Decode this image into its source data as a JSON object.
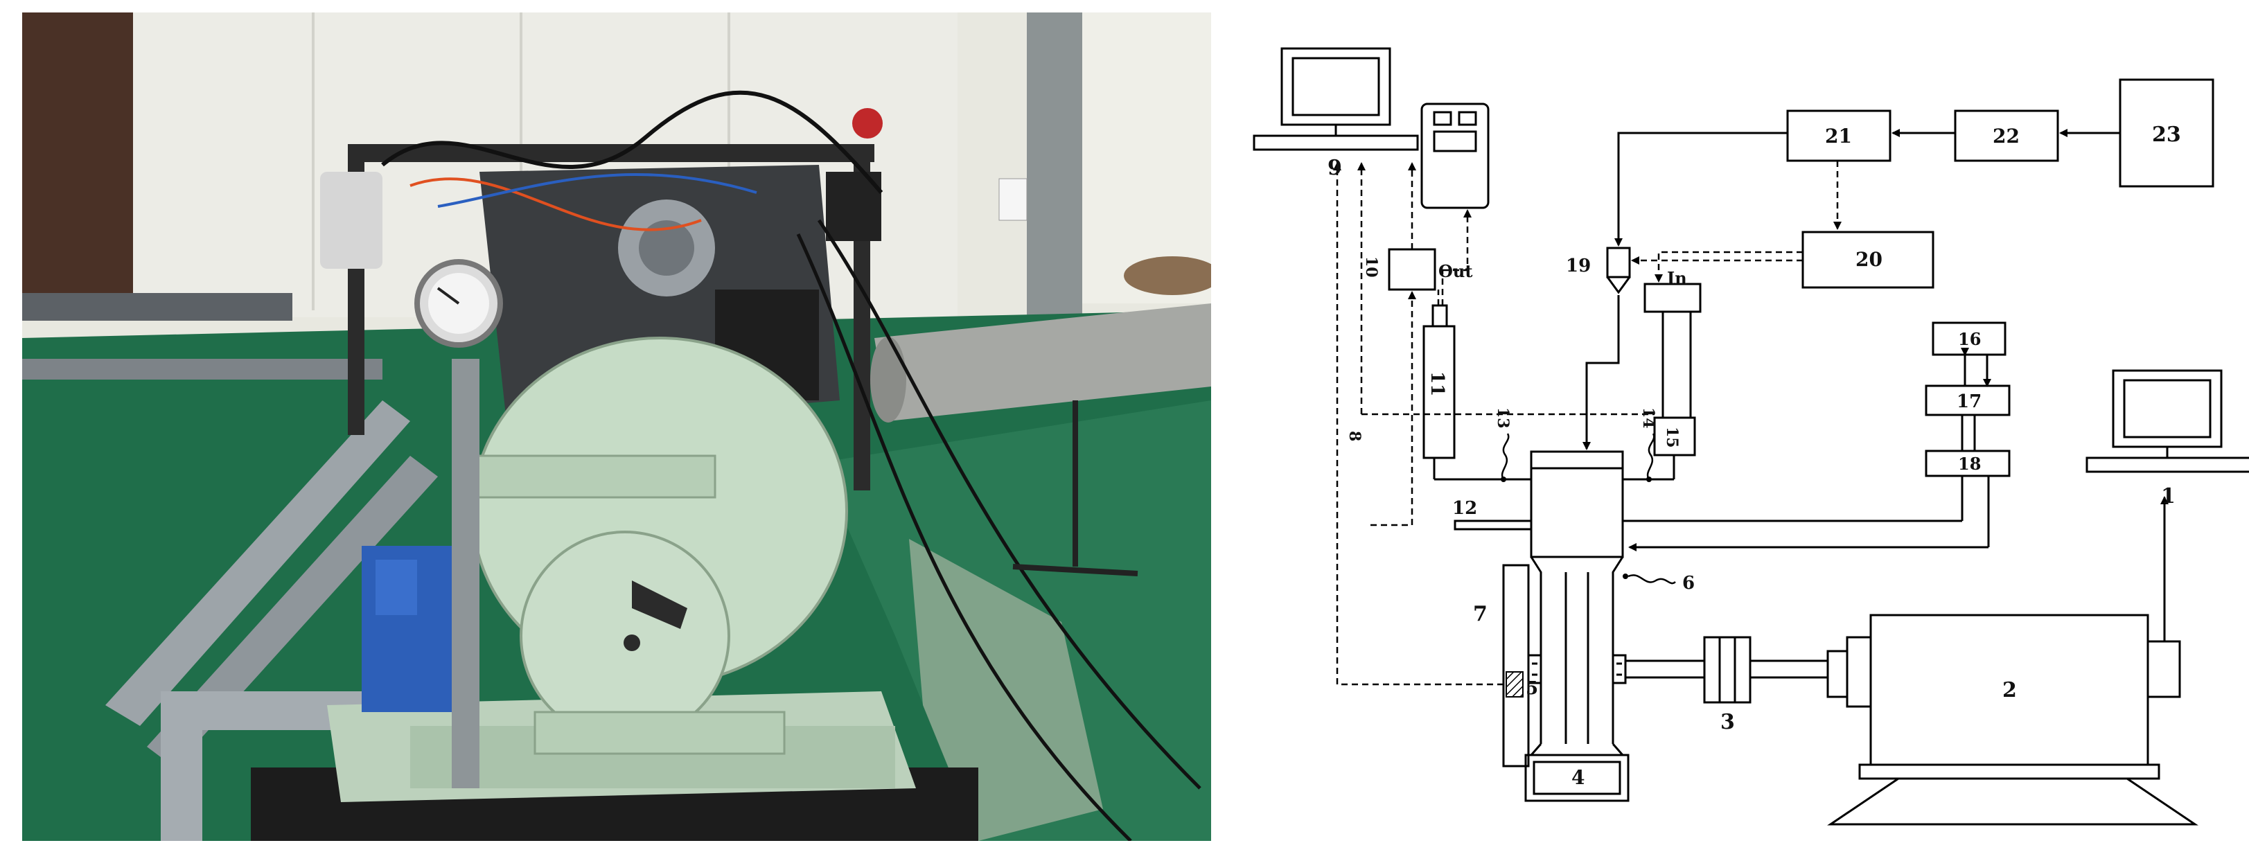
{
  "photo": {
    "subject": "engine-dynamometer-test-bench"
  },
  "diagram": {
    "labels": {
      "n1": "1",
      "n2": "2",
      "n3": "3",
      "n4": "4",
      "n5": "5",
      "n6": "6",
      "n7": "7",
      "n8": "8",
      "n9": "9",
      "n10": "10",
      "n11": "11",
      "n12": "12",
      "n13": "13",
      "n14": "14",
      "n15": "15",
      "n16": "16",
      "n17": "17",
      "n18": "18",
      "n19": "19",
      "n20": "20",
      "n21": "21",
      "n22": "22",
      "n23": "23",
      "out": "Out",
      "in": "In"
    }
  },
  "colors": {
    "floor": "#1f6e4a",
    "machine": "#c6dcc6",
    "wall": "#e9e9e2",
    "line": "#000000"
  }
}
